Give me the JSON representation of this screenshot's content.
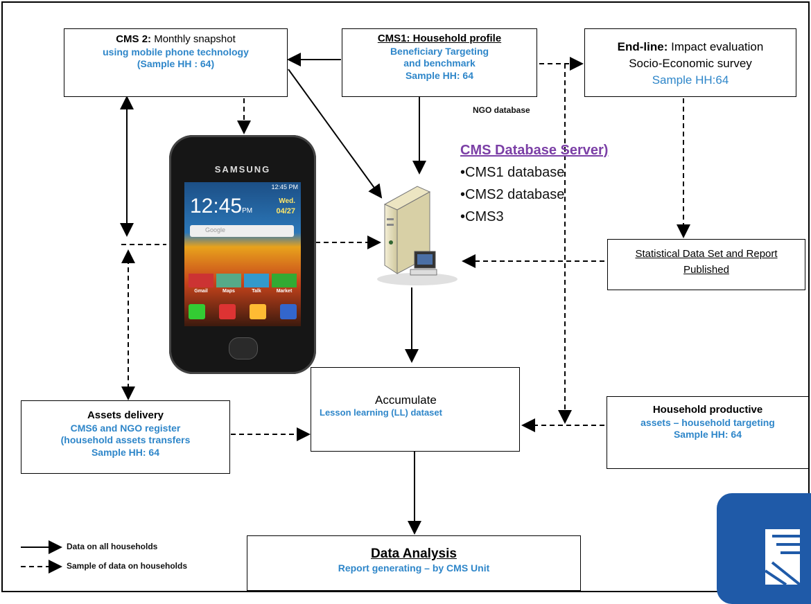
{
  "boxes": {
    "cms2": {
      "title_bold": "CMS 2:",
      "title_rest": " Monthly snapshot",
      "line2": "using mobile  phone technology",
      "line3": "(Sample HH : 64)"
    },
    "cms1": {
      "title": "CMS1: Household profile",
      "line2": "Beneficiary Targeting",
      "line3": "and benchmark",
      "line4": "Sample HH: 64"
    },
    "endline": {
      "title_bold": "End-line:",
      "title_rest": " Impact evaluation",
      "line2": "Socio-Economic survey",
      "line3": "Sample HH:64"
    },
    "statistical": {
      "line1": "Statistical Data Set and Report",
      "line2": "Published"
    },
    "accumulate": {
      "line1": "Accumulate",
      "line2": "Lesson learning (LL) dataset"
    },
    "assets": {
      "title": "Assets delivery",
      "line2": "CMS6 and NGO register",
      "line3": "(household  assets transfers",
      "line4": "Sample HH: 64"
    },
    "household": {
      "title": "Household  productive",
      "line2": "assets – household targeting",
      "line3": "Sample HH: 64"
    },
    "analysis": {
      "title": "Data Analysis",
      "line2": "Report  generating – by CMS Unit"
    }
  },
  "ngo_label": "NGO database",
  "database": {
    "title": "CMS Database Server)",
    "items": [
      "•CMS1 database",
      "•CMS2 database",
      "•CMS3"
    ]
  },
  "phone": {
    "brand": "SAMSUNG",
    "time": "12:45",
    "ampm": "PM",
    "day": "Wed.",
    "date": "04/27",
    "status_time": "12:45 PM",
    "search_placeholder": "Google",
    "apps": [
      "Gmail",
      "Maps",
      "Talk",
      "Market"
    ]
  },
  "legend": {
    "solid": "Data on all households",
    "dashed": "Sample of data on households"
  },
  "colors": {
    "blue_text": "#2e86c9",
    "purple_title": "#7b3fa6",
    "logo": "#1f5aa8"
  }
}
